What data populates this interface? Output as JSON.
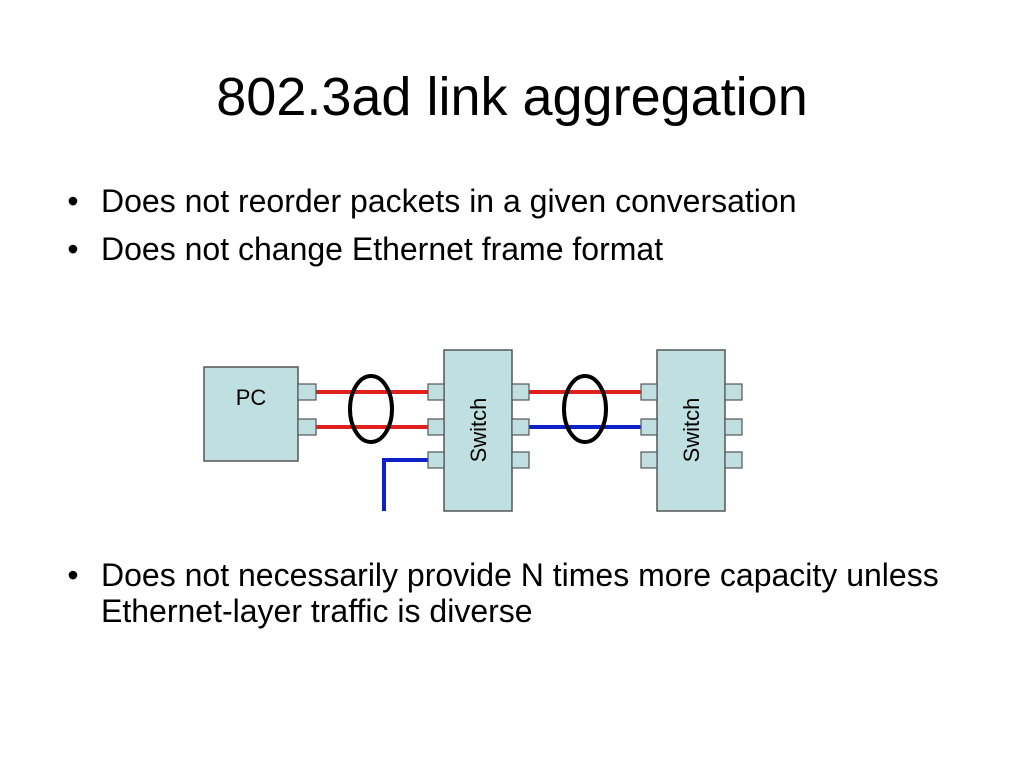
{
  "slide": {
    "title": "802.3ad link aggregation",
    "bullet_glyph": "•",
    "bullets_top": [
      "Does not reorder packets in a given conversation",
      "Does not change Ethernet frame format"
    ],
    "bullets_bottom": [
      "Does not necessarily provide N times more capacity unless Ethernet-layer traffic is diverse"
    ]
  },
  "diagram": {
    "pc_label": "PC",
    "switch1_label": "Switch",
    "switch2_label": "Switch",
    "colors": {
      "box_fill": "#c0dfe0",
      "box_stroke": "#555555",
      "red_link": "#e0201f",
      "blue_link": "#0c22c8",
      "ring": "#000000"
    }
  }
}
